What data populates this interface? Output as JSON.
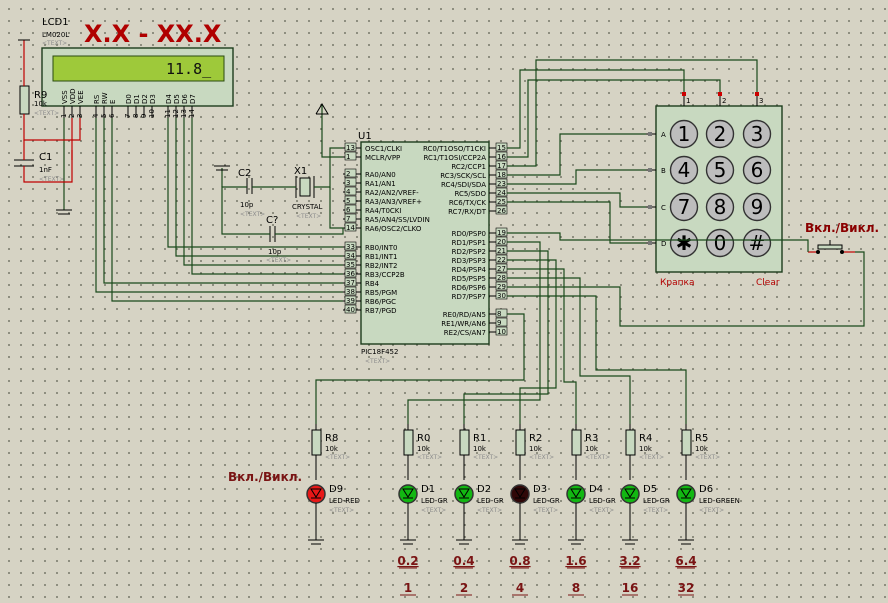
{
  "title": "X.X - XX.X",
  "lcd": {
    "ref": "LCD1",
    "model": "LM020L",
    "display": "11.8_",
    "pins": [
      "VSS",
      "VDD",
      "VEE",
      "RS",
      "RW",
      "E",
      "D0",
      "D1",
      "D2",
      "D3",
      "D4",
      "D5",
      "D6",
      "D7"
    ],
    "pin_numbers": [
      "1",
      "2",
      "3",
      "4",
      "5",
      "6",
      "7",
      "8",
      "9",
      "10",
      "11",
      "12",
      "13",
      "14"
    ]
  },
  "text_placeholder": "<TEXT>",
  "r9": {
    "ref": "R9",
    "value": "10k"
  },
  "c1": {
    "ref": "C1",
    "value": "1nF"
  },
  "c2": {
    "ref": "C2",
    "value": "10p"
  },
  "c3": {
    "ref": "C?",
    "value": "10p"
  },
  "x1": {
    "ref": "X1",
    "value": "CRYSTAL"
  },
  "mcu": {
    "ref": "U1",
    "model": "PIC18F452",
    "left": [
      [
        "13",
        "OSC1/CLKI"
      ],
      [
        "1",
        "MCLR/VPP"
      ],
      [
        "2",
        "RA0/AN0"
      ],
      [
        "3",
        "RA1/AN1"
      ],
      [
        "4",
        "RA2/AN2/VREF-"
      ],
      [
        "5",
        "RA3/AN3/VREF+"
      ],
      [
        "6",
        "RA4/T0CKI"
      ],
      [
        "7",
        "RA5/AN4/SS/LVDIN"
      ],
      [
        "14",
        "RA6/OSC2/CLKO"
      ],
      [
        "33",
        "RB0/INT0"
      ],
      [
        "34",
        "RB1/INT1"
      ],
      [
        "35",
        "RB2/INT2"
      ],
      [
        "36",
        "RB3/CCP2B"
      ],
      [
        "37",
        "RB4"
      ],
      [
        "38",
        "RB5/PGM"
      ],
      [
        "39",
        "RB6/PGC"
      ],
      [
        "40",
        "RB7/PGD"
      ]
    ],
    "right": [
      [
        "15",
        "RC0/T1OSO/T1CKI"
      ],
      [
        "16",
        "RC1/T1OSI/CCP2A"
      ],
      [
        "17",
        "RC2/CCP1"
      ],
      [
        "18",
        "RC3/SCK/SCL"
      ],
      [
        "23",
        "RC4/SDI/SDA"
      ],
      [
        "24",
        "RC5/SDO"
      ],
      [
        "25",
        "RC6/TX/CK"
      ],
      [
        "26",
        "RC7/RX/DT"
      ],
      [
        "19",
        "RD0/PSP0"
      ],
      [
        "20",
        "RD1/PSP1"
      ],
      [
        "21",
        "RD2/PSP2"
      ],
      [
        "22",
        "RD3/PSP3"
      ],
      [
        "27",
        "RD4/PSP4"
      ],
      [
        "28",
        "RD5/PSP5"
      ],
      [
        "29",
        "RD6/PSP6"
      ],
      [
        "30",
        "RD7/PSP7"
      ],
      [
        "8",
        "RE0/RD/AN5"
      ],
      [
        "9",
        "RE1/WR/AN6"
      ],
      [
        "10",
        "RE2/CS/AN7"
      ]
    ]
  },
  "keypad": {
    "cols": [
      "1",
      "2",
      "3"
    ],
    "rows": [
      "A",
      "B",
      "C",
      "D"
    ],
    "keys": [
      "1",
      "2",
      "3",
      "4",
      "5",
      "6",
      "7",
      "8",
      "9",
      "✱",
      "0",
      "#"
    ],
    "label_left": "Крапка",
    "label_right": "Clear"
  },
  "switch_label": "Вкл./Викл.",
  "d9_label": "Вкл./Викл.",
  "resistors": [
    {
      "ref": "R8",
      "value": "10k"
    },
    {
      "ref": "R0",
      "value": "10k"
    },
    {
      "ref": "R1",
      "value": "10k"
    },
    {
      "ref": "R2",
      "value": "10k"
    },
    {
      "ref": "R3",
      "value": "10k"
    },
    {
      "ref": "R4",
      "value": "10k"
    },
    {
      "ref": "R5",
      "value": "10k"
    }
  ],
  "leds": [
    {
      "ref": "D9",
      "type": "LED-RED",
      "color": "#e81818"
    },
    {
      "ref": "D1",
      "type": "LED-GR",
      "color": "#12b812"
    },
    {
      "ref": "D2",
      "type": "LED-GR",
      "color": "#12b812"
    },
    {
      "ref": "D3",
      "type": "LED-GR",
      "color": "#300808"
    },
    {
      "ref": "D4",
      "type": "LED-GR",
      "color": "#12b812"
    },
    {
      "ref": "D5",
      "type": "LED-GR",
      "color": "#12b812"
    },
    {
      "ref": "D6",
      "type": "LED-GREEN",
      "color": "#12b812"
    }
  ],
  "weights": [
    "0.2",
    "0.4",
    "0.8",
    "1.6",
    "3.2",
    "6.4"
  ],
  "bits": [
    "1",
    "2",
    "4",
    "8",
    "16",
    "32"
  ]
}
